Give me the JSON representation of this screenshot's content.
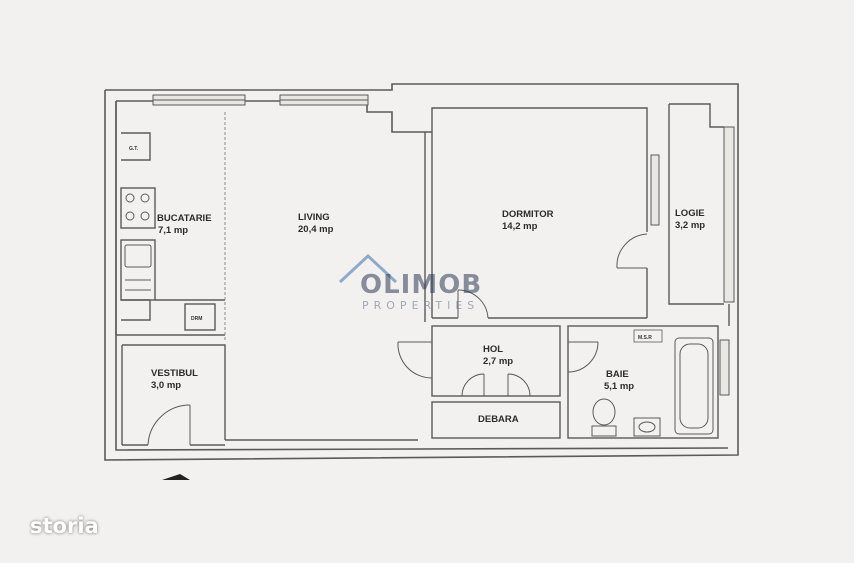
{
  "rooms": {
    "bucatarie": {
      "name": "BUCATARIE",
      "area": "7,1 mp"
    },
    "living": {
      "name": "LIVING",
      "area": "20,4 mp"
    },
    "dormitor": {
      "name": "DORMITOR",
      "area": "14,2 mp"
    },
    "logie": {
      "name": "LOGIE",
      "area": "3,2 mp"
    },
    "hol": {
      "name": "HOL",
      "area": "2,7 mp"
    },
    "vestibul": {
      "name": "VESTIBUL",
      "area": "3,0 mp"
    },
    "baie": {
      "name": "BAIE",
      "area": "5,1 mp"
    },
    "debara": {
      "name": "DEBARA"
    }
  },
  "fixtures": {
    "gas_meter": "G.T.",
    "small_box": "DRM",
    "sink_box": "M.S.R"
  },
  "watermark": {
    "title": "OLIMOB",
    "subtitle": "PROPERTIES"
  },
  "brand": {
    "name": "storia"
  },
  "colors": {
    "wall": "#5a5a5a",
    "background": "#f3f1ef",
    "paper": "#efedeb"
  }
}
